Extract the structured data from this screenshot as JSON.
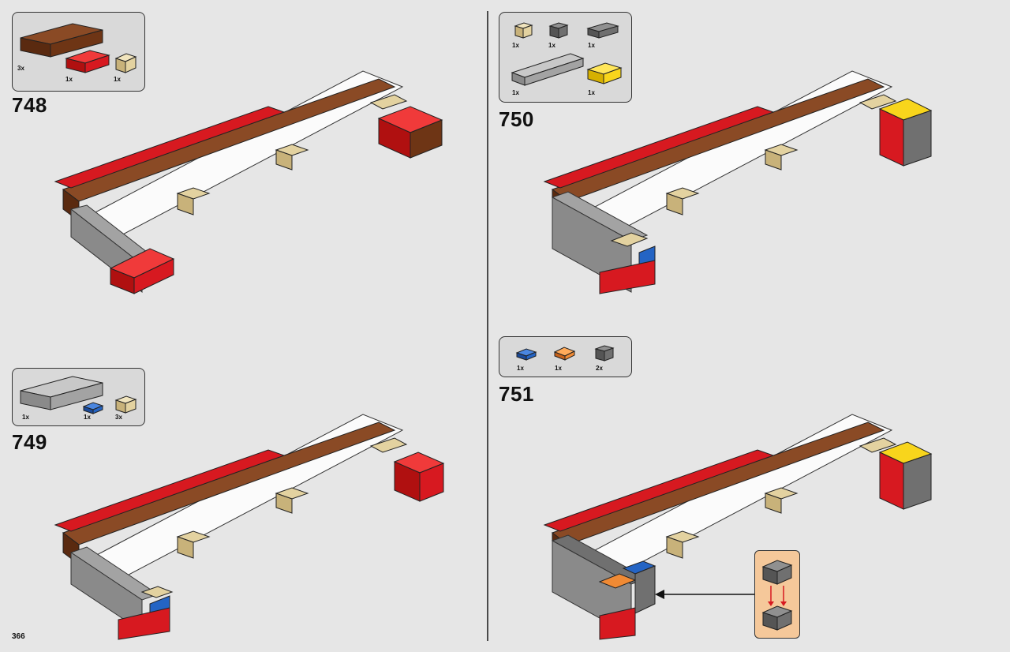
{
  "page": {
    "number": "366"
  },
  "colors": {
    "red": "#d71920",
    "brown": "#6e3515",
    "tan": "#e3d2a0",
    "white": "#fbfbfb",
    "gray": "#a3a3a3",
    "dark_gray": "#707070",
    "yellow": "#f8d51c",
    "blue": "#2464c4",
    "orange": "#f08a34",
    "callout_bg": "#f5c89a",
    "page_bg": "#e6e6e6"
  },
  "steps": [
    {
      "number": "748",
      "parts": [
        {
          "brick": "brown-brick-2x8",
          "count": "3x"
        },
        {
          "brick": "red-brick-2x4",
          "count": "1x"
        },
        {
          "brick": "tan-slope-brick",
          "count": "1x"
        }
      ]
    },
    {
      "number": "749",
      "parts": [
        {
          "brick": "gray-brick-2x8",
          "count": "1x"
        },
        {
          "brick": "blue-plate-1x2",
          "count": "1x"
        },
        {
          "brick": "tan-slope-brick",
          "count": "3x"
        }
      ]
    },
    {
      "number": "750",
      "parts": [
        {
          "brick": "tan-slope-brick",
          "count": "1x"
        },
        {
          "brick": "dark-gray-clip-brick",
          "count": "1x"
        },
        {
          "brick": "dark-gray-brick-1x4",
          "count": "1x"
        },
        {
          "brick": "gray-technic-beam-1x8",
          "count": "1x"
        },
        {
          "brick": "yellow-brick-2x3",
          "count": "1x"
        }
      ]
    },
    {
      "number": "751",
      "parts": [
        {
          "brick": "blue-plate-1x2",
          "count": "1x"
        },
        {
          "brick": "orange-plate-2x2",
          "count": "1x"
        },
        {
          "brick": "dark-gray-clip-brick",
          "count": "2x"
        }
      ]
    }
  ]
}
